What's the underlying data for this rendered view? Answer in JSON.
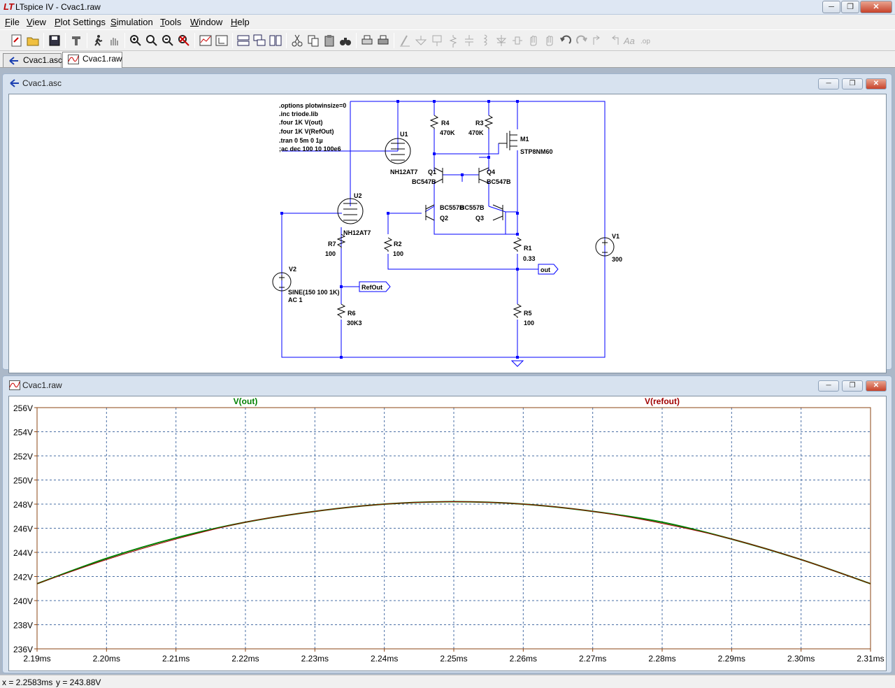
{
  "window": {
    "title": "LTspice IV - Cvac1.raw",
    "minimize": "─",
    "restore": "❐",
    "close": "✕"
  },
  "menu": [
    "File",
    "View",
    "Plot Settings",
    "Simulation",
    "Tools",
    "Window",
    "Help"
  ],
  "tabs": [
    {
      "label": "Cvac1.asc"
    },
    {
      "label": "Cvac1.raw"
    }
  ],
  "schematic": {
    "title": "Cvac1.asc",
    "directives": [
      ".options plotwinsize=0",
      ".inc triode.lib",
      ".four 1K V(out)",
      ".four 1K V(RefOut)",
      ".tran 0 5m 0 1µ",
      ";ac dec 100 10 100e6"
    ],
    "components": {
      "U1": {
        "name": "U1",
        "model": "NH12AT7"
      },
      "U2": {
        "name": "U2",
        "model": "NH12AT7"
      },
      "R4": {
        "name": "R4",
        "value": "470K"
      },
      "R3": {
        "name": "R3",
        "value": "470K"
      },
      "M1": {
        "name": "M1",
        "model": "STP8NM60"
      },
      "Q1": {
        "name": "Q1",
        "model": "BC547B"
      },
      "Q4": {
        "name": "Q4",
        "model": "BC547B"
      },
      "Q2": {
        "name": "Q2",
        "model": "BC557B"
      },
      "Q3": {
        "name": "Q3",
        "model": "BC557B"
      },
      "R7": {
        "name": "R7",
        "value": "100"
      },
      "R2": {
        "name": "R2",
        "value": "100"
      },
      "R1": {
        "name": "R1",
        "value": "0.33"
      },
      "R6": {
        "name": "R6",
        "value": "30K3"
      },
      "R5": {
        "name": "R5",
        "value": "100"
      },
      "V1": {
        "name": "V1",
        "value": "300"
      },
      "V2": {
        "name": "V2",
        "value": "SINE(150 100 1K)",
        "ac": "AC 1"
      }
    },
    "labels": {
      "out": "out",
      "refout": "RefOut"
    }
  },
  "plot": {
    "title": "Cvac1.raw",
    "colors": {
      "out": "#008000",
      "refout": "#a00000",
      "grid": "#4a6fa5",
      "frame": "#8b4513"
    }
  },
  "chart_data": {
    "type": "line",
    "title": "",
    "xlabel": "",
    "ylabel": "",
    "xlim": [
      2.19,
      2.31
    ],
    "ylim": [
      236,
      256
    ],
    "x_ticks": [
      "2.19ms",
      "2.20ms",
      "2.21ms",
      "2.22ms",
      "2.23ms",
      "2.24ms",
      "2.25ms",
      "2.26ms",
      "2.27ms",
      "2.28ms",
      "2.29ms",
      "2.30ms",
      "2.31ms"
    ],
    "y_ticks": [
      "256V",
      "254V",
      "252V",
      "250V",
      "248V",
      "246V",
      "244V",
      "242V",
      "240V",
      "238V",
      "236V"
    ],
    "x_values": [
      2.19,
      2.2,
      2.21,
      2.22,
      2.23,
      2.24,
      2.25,
      2.26,
      2.27,
      2.28,
      2.29,
      2.3,
      2.31
    ],
    "series": [
      {
        "name": "V(out)",
        "color": "#008000",
        "values": [
          241.4,
          243.5,
          245.2,
          246.5,
          247.4,
          248.0,
          248.2,
          248.0,
          247.4,
          246.5,
          245.1,
          243.4,
          241.4
        ]
      },
      {
        "name": "V(refout)",
        "color": "#a00000",
        "values": [
          241.4,
          243.4,
          245.1,
          246.5,
          247.4,
          248.0,
          248.2,
          248.0,
          247.4,
          246.4,
          245.1,
          243.4,
          241.4
        ]
      }
    ],
    "grid": true
  },
  "status": {
    "x": "x = 2.2583ms",
    "y": "y = 243.88V"
  }
}
